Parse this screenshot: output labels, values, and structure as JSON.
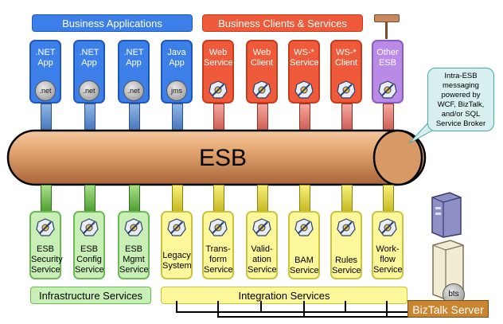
{
  "top_banners": {
    "business_applications": "Business Applications",
    "business_clients": "Business Clients & Services"
  },
  "top_tiles": [
    {
      "label": ".NET\nApp",
      "badge": ".net"
    },
    {
      "label": ".NET\nApp",
      "badge": ".net"
    },
    {
      "label": ".NET\nApp",
      "badge": ".net"
    },
    {
      "label": "Java\nApp",
      "badge": "jms"
    },
    {
      "label": "Web\nService"
    },
    {
      "label": "Web\nClient"
    },
    {
      "label": "WS-*\nService"
    },
    {
      "label": "WS-*\nClient"
    },
    {
      "label": "Other\nESB"
    }
  ],
  "bus": {
    "label": "ESB"
  },
  "callout": {
    "text": "Intra-ESB\nmessaging\npowered by\nWCF, BizTalk,\nand/or SQL\nService Broker"
  },
  "bottom_tiles": [
    {
      "label": "ESB\nSecurity\nService"
    },
    {
      "label": "ESB\nConfig\nService"
    },
    {
      "label": "ESB\nMgmt\nService"
    },
    {
      "label": "Legacy\nSystem"
    },
    {
      "label": "Trans-\nform\nService"
    },
    {
      "label": "Valid-\nation\nService"
    },
    {
      "label": "BAM\nService"
    },
    {
      "label": "Rules\nService"
    },
    {
      "label": "Work-\nflow\nService"
    }
  ],
  "bottom_banners": {
    "infrastructure": "Infrastructure Services",
    "integration": "Integration Services"
  },
  "server": {
    "badge": "bts",
    "label": "BizTalk Server"
  },
  "colors": {
    "blue": "#3d7fe8",
    "red": "#ef5b3a",
    "purple": "#b98be6",
    "green": "#c8f0b6",
    "yellow": "#fbf79a",
    "bus": "#e6a872",
    "teal": "#4aa8a6"
  }
}
